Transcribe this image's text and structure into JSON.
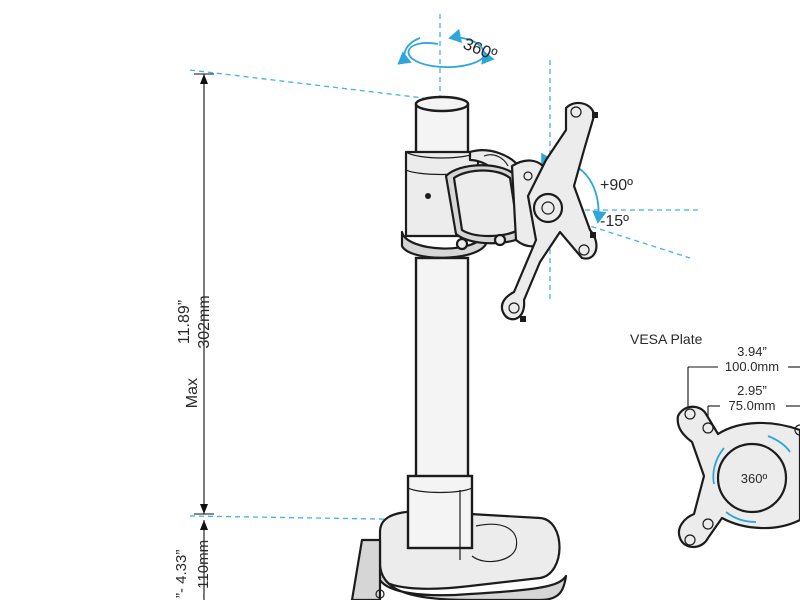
{
  "rotation": {
    "swivel": "360º",
    "tilt_up": "+90º",
    "tilt_down": "-15º"
  },
  "height": {
    "prefix": "Max",
    "inches": "11.89”",
    "mm": "302mm",
    "lower_inches": "”- 4.33”",
    "lower_mm": "- 110mm"
  },
  "vesa": {
    "title": "VESA Plate",
    "outer_in": "3.94”",
    "outer_mm": "100.0mm",
    "inner_in": "2.95”",
    "inner_mm": "75.0mm",
    "center_rotation": "360º"
  },
  "colors": {
    "accent": "#2ea6dc",
    "line": "#1c1c1c"
  }
}
